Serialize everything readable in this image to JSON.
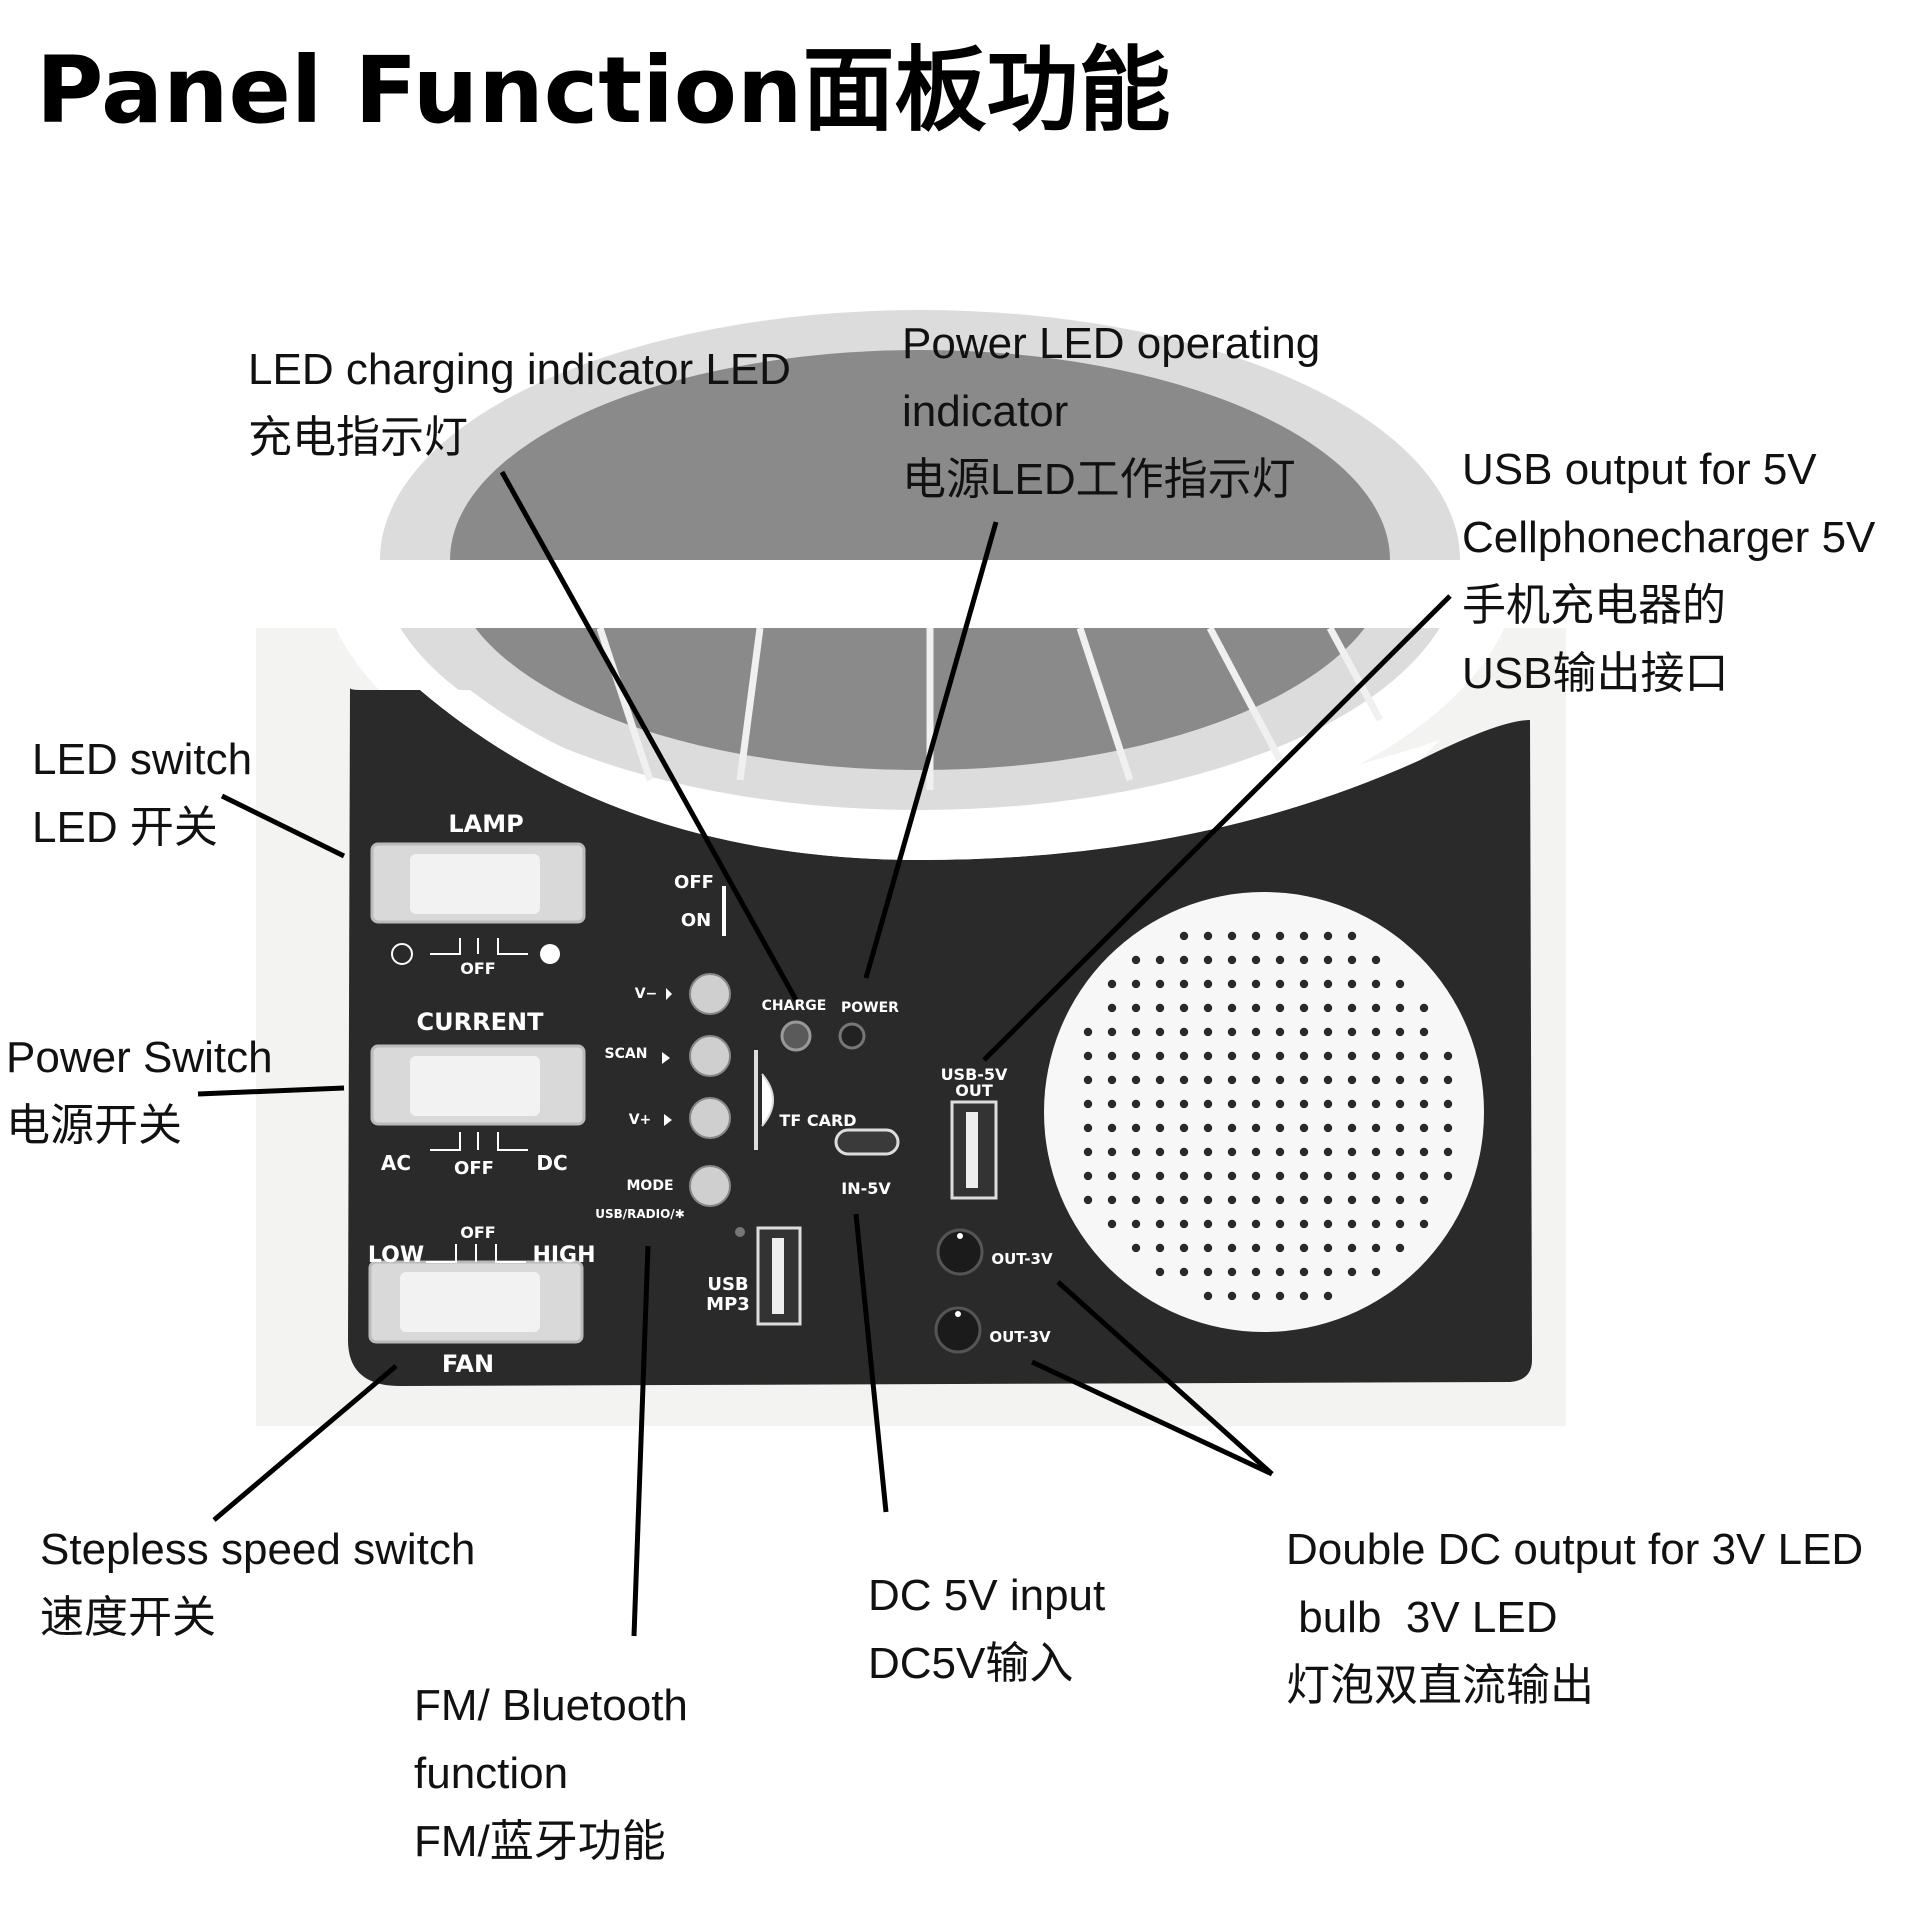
{
  "title": "Panel Function面板功能",
  "callouts": {
    "led_charging": [
      "LED charging indicator LED",
      "充电指示灯"
    ],
    "power_led": [
      "Power LED operating",
      "indicator",
      "电源LED工作指示灯"
    ],
    "usb_output": [
      "USB output for 5V",
      "Cellphonecharger 5V",
      "手机充电器的",
      "USB输出接口"
    ],
    "led_switch": [
      "LED switch",
      "LED 开关"
    ],
    "power_switch": [
      "Power Switch",
      "电源开关"
    ],
    "stepless": [
      "Stepless speed switch",
      "速度开关"
    ],
    "fm_bt": [
      "FM/ Bluetooth",
      "function",
      "FM/蓝牙功能"
    ],
    "dc_input": [
      "DC 5V input",
      "DC5V输入"
    ],
    "dc_output": [
      "Double DC output for 3V LED",
      " bulb  3V LED",
      "灯泡双直流输出"
    ]
  },
  "panel": {
    "lamp": "LAMP",
    "lamp_off": "OFF",
    "current": "CURRENT",
    "ac": "AC",
    "current_off": "OFF",
    "dc": "DC",
    "low": "LOW",
    "fan_off": "OFF",
    "high": "HIGH",
    "fan": "FAN",
    "off": "OFF",
    "on": "ON",
    "v_minus": "V−",
    "scan": "SCAN",
    "v_plus": "V+",
    "mode": "MODE",
    "mode_sub": "USB/RADIO/✱",
    "charge": "CHARGE",
    "power": "POWER",
    "tf_card": "TF CARD",
    "in_5v": "IN-5V",
    "usb_5v": "USB-5V",
    "out": "OUT",
    "usb": "USB",
    "mp3": "MP3",
    "out_3v_1": "OUT-3V",
    "out_3v_2": "OUT-3V"
  },
  "colors": {
    "panel": "#2a2a2a",
    "housing": "#f2f2f0",
    "speaker": "#f7f7f7",
    "line": "#000000"
  }
}
